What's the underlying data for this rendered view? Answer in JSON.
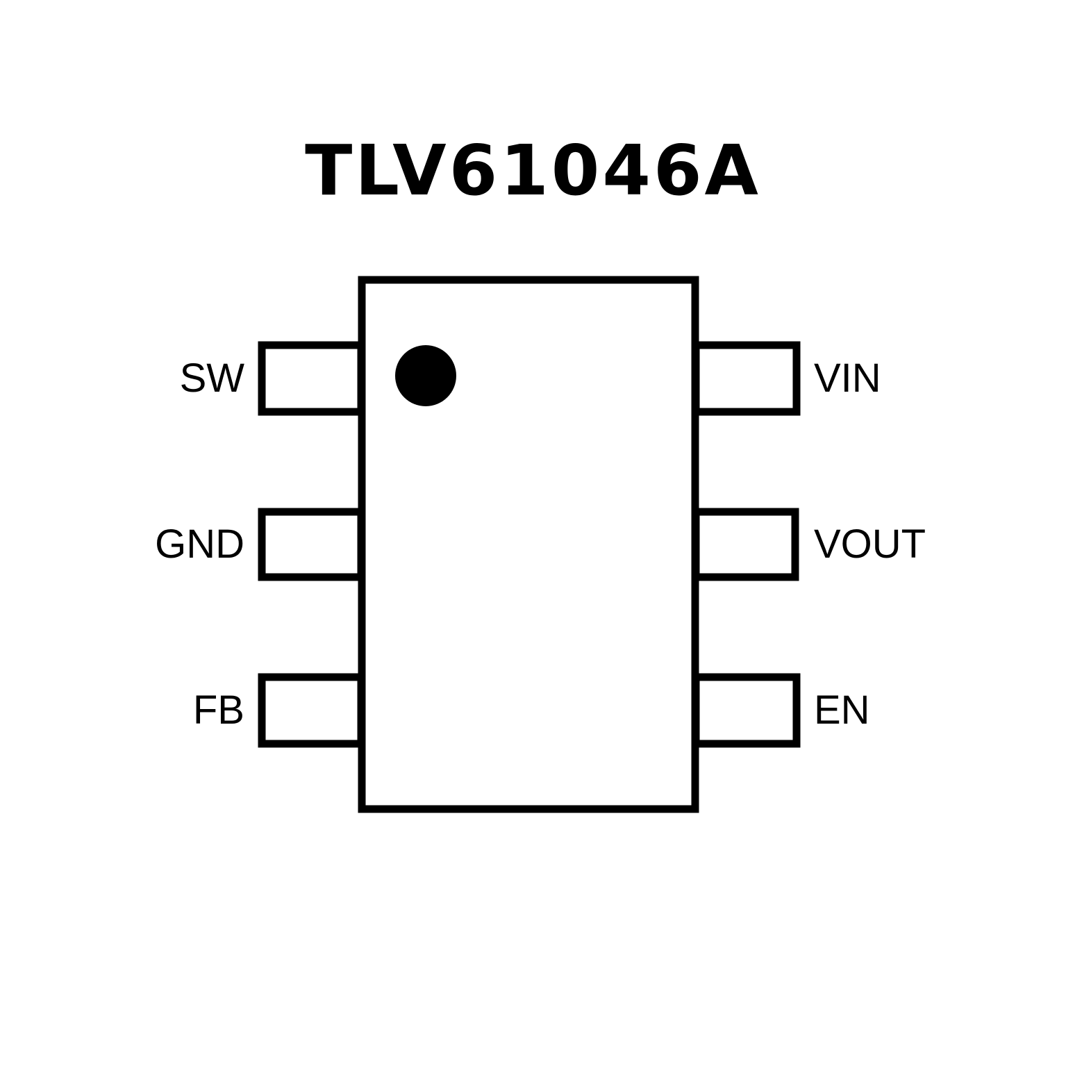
{
  "title": "TLV61046A",
  "diagram": {
    "type": "ic-pinout",
    "package": "6-pin",
    "pin1_marker": "dot",
    "left_pins": [
      {
        "label": "SW"
      },
      {
        "label": "GND"
      },
      {
        "label": "FB"
      }
    ],
    "right_pins": [
      {
        "label": "VIN"
      },
      {
        "label": "VOUT"
      },
      {
        "label": "EN"
      }
    ]
  }
}
